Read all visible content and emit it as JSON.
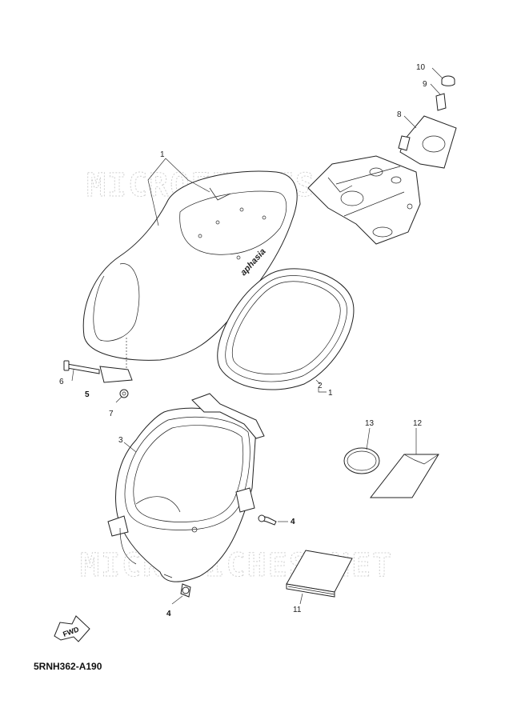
{
  "watermark": "MICROFICHES.NET",
  "diagram_code": "5RNH362-A190",
  "seat_logo": "aphasia",
  "fwd_label": "FWD",
  "callouts": {
    "c1": "1",
    "c2": "2",
    "c2b": "1",
    "c3": "3",
    "c4a": "4",
    "c4b": "4",
    "c5": "5",
    "c6": "6",
    "c7": "7",
    "c8": "8",
    "c9": "9",
    "c10": "10",
    "c11": "11",
    "c12": "12",
    "c13": "13"
  }
}
